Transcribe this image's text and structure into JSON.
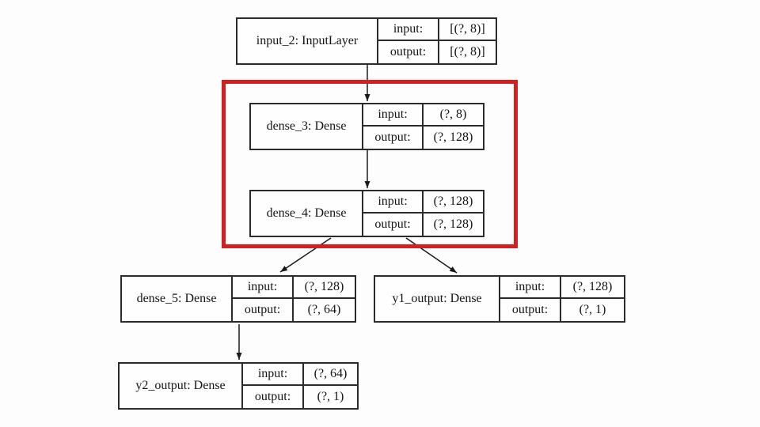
{
  "diagram_type": "keras-model-plot",
  "highlight": {
    "color": "#d21f1f",
    "around": [
      "dense_3",
      "dense_4"
    ]
  },
  "nodes": {
    "input_2": {
      "name": "input_2: InputLayer",
      "input_label": "input:",
      "output_label": "output:",
      "input_value": "[(?, 8)]",
      "output_value": "[(?, 8)]"
    },
    "dense_3": {
      "name": "dense_3: Dense",
      "input_label": "input:",
      "output_label": "output:",
      "input_value": "(?, 8)",
      "output_value": "(?, 128)"
    },
    "dense_4": {
      "name": "dense_4: Dense",
      "input_label": "input:",
      "output_label": "output:",
      "input_value": "(?, 128)",
      "output_value": "(?, 128)"
    },
    "dense_5": {
      "name": "dense_5: Dense",
      "input_label": "input:",
      "output_label": "output:",
      "input_value": "(?, 128)",
      "output_value": "(?, 64)"
    },
    "y1_output": {
      "name": "y1_output: Dense",
      "input_label": "input:",
      "output_label": "output:",
      "input_value": "(?, 128)",
      "output_value": "(?, 1)"
    },
    "y2_output": {
      "name": "y2_output: Dense",
      "input_label": "input:",
      "output_label": "output:",
      "input_value": "(?, 64)",
      "output_value": "(?, 1)"
    }
  },
  "edges": [
    {
      "from": "input_2",
      "to": "dense_3"
    },
    {
      "from": "dense_3",
      "to": "dense_4"
    },
    {
      "from": "dense_4",
      "to": "dense_5"
    },
    {
      "from": "dense_4",
      "to": "y1_output"
    },
    {
      "from": "dense_5",
      "to": "y2_output"
    }
  ]
}
